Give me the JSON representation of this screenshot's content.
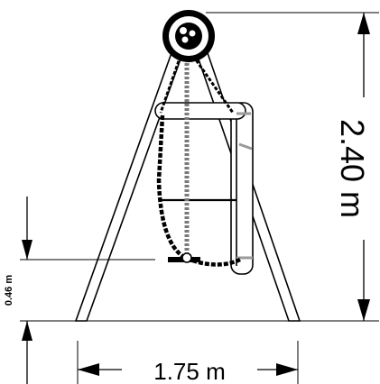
{
  "dimensions": {
    "height_label": "2.40 m",
    "width_label": "1.75 m",
    "seat_height_label": "0.46 m"
  },
  "colors": {
    "line": "#000000",
    "chain": "#7a7a7a",
    "seat": "#ffffff"
  }
}
